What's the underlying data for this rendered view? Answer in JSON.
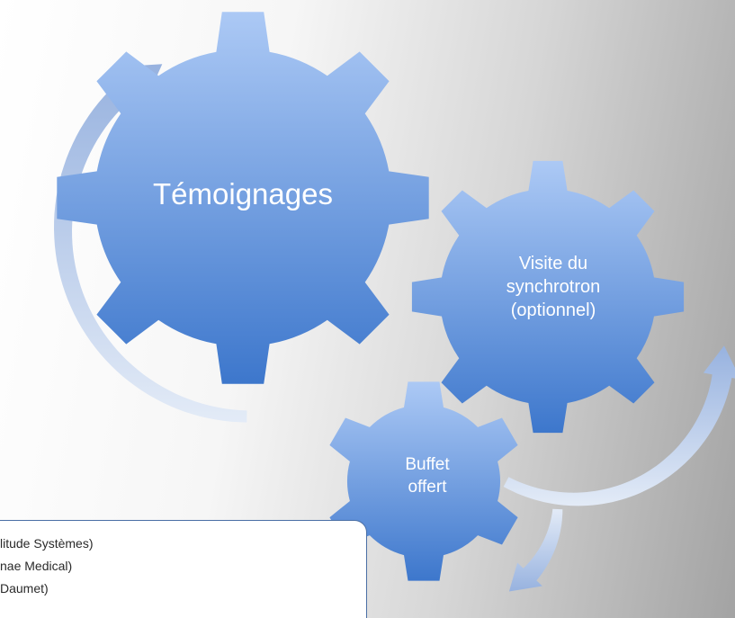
{
  "gears": {
    "large": {
      "label": "Témoignages"
    },
    "medium": {
      "label": "Visite du\nsynchrotron\n(optionnel)"
    },
    "small": {
      "label": "Buffet\noffert"
    }
  },
  "info_box": {
    "lines": [
      "litude Systèmes)",
      "nae Medical)",
      "Daumet)"
    ]
  },
  "colors": {
    "gear_top": "#a9c8f4",
    "gear_bottom": "#3f79cf",
    "arrow_light": "#dde7f6",
    "arrow_dark": "#9db7e2",
    "box_border": "#4a6fa5"
  }
}
